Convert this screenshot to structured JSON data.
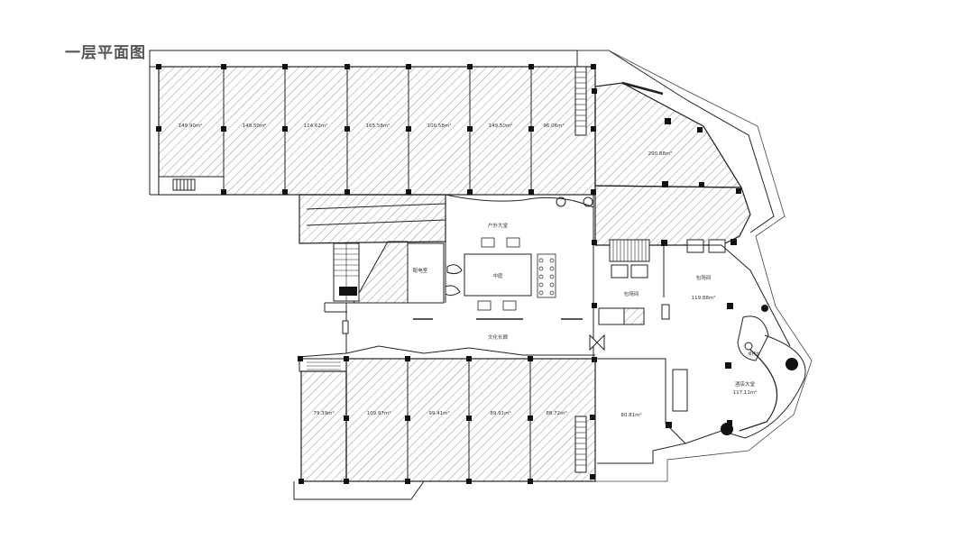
{
  "title": "一层平面图",
  "colors": {
    "wall": "#222222",
    "hatch": "#555555",
    "column": "#111111",
    "background": "#ffffff"
  },
  "rooms": {
    "north_shop_1": "149.90m²",
    "north_shop_2": "149.50m²",
    "north_shop_3": "114.62m²",
    "north_shop_4": "165.58m²",
    "north_shop_5": "100.58m²",
    "north_shop_6": "149.50m²",
    "north_shop_7": "96.06m²",
    "northeast_shop": "290.88m²",
    "main_lobby": "户外大堂",
    "central_room": "中庭",
    "side_room": "配电室",
    "culture_hall": "文化长廊",
    "service_room": "包场间",
    "service_room_area": "119.88m²",
    "elevator_room": "包场间",
    "reception_lobby": "酒店大堂",
    "reception_lobby_area": "117.11m²",
    "reception_desk": "接待台",
    "south_shop_1": "79.39m²",
    "south_shop_2": "109.97m²",
    "south_shop_3": "99.41m²",
    "south_shop_4": "89.91m²",
    "south_shop_5": "88.72m²",
    "southeast_room": "80.81m²"
  }
}
